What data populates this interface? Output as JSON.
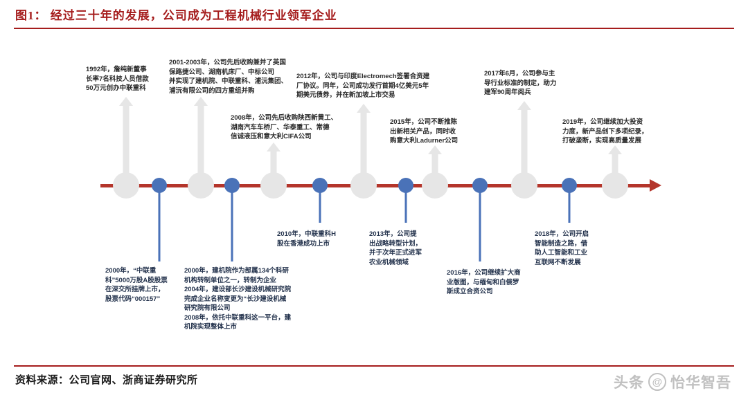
{
  "header": {
    "figure_label": "图1：",
    "title": "经过三十年的发展，公司成为工程机械行业领军企业",
    "title_full": "图1：  经过三十年的发展，公司成为工程机械行业领军企业",
    "accent_color": "#A51C1C"
  },
  "footer": {
    "source": "资料来源：公司官网、浙商证券研究所"
  },
  "watermark": {
    "prefix": "头条",
    "at": "@",
    "name": "怡华智吾"
  },
  "timeline": {
    "axis_color": "#B4352B",
    "gray_node_color": "#E6E6E6",
    "blue_node_color": "#4A72B8",
    "events": [
      {
        "id": "e1992",
        "year": "1992年",
        "side": "above",
        "marker": "gray",
        "text": "1992年，詹纯新董事\n长率7名科技人员借款\n50万元创办中联重科"
      },
      {
        "id": "e2000a",
        "year": "2000年",
        "side": "below",
        "marker": "blue",
        "text": "2000年，“中联重\n科”5000万股A股股票\n在深交所挂牌上市，\n股票代码“000157”"
      },
      {
        "id": "e2001",
        "year": "2001-2003年",
        "side": "above",
        "marker": "gray",
        "text": "2001-2003年，公司先后收购兼并了英国\n保路捷公司、湖南机床厂、中标公司\n并实现了建机院、中联重科、浦沅集团、\n浦沅有限公司的四方重组并购"
      },
      {
        "id": "e2000b",
        "year": "2000年",
        "side": "below",
        "marker": "blue",
        "text": "2000年，建机院作为部属134个科研\n机构转制单位之一，转制为企业\n2004年，建设部长沙建设机械研究院\n完成企业名称变更为“长沙建设机械\n研究院有限公司\n2008年，依托中联重科这一平台，建\n机院实现整体上市"
      },
      {
        "id": "e2008",
        "year": "2008年",
        "side": "above",
        "marker": "gray",
        "text": "2008年，公司先后收购陕西新黄工、\n湖南汽车车桥厂、华泰重工、常德\n信诚液压和意大利CIFA公司"
      },
      {
        "id": "e2010",
        "year": "2010年",
        "side": "below",
        "marker": "blue",
        "text": "2010年，中联重科H\n股在香港成功上市"
      },
      {
        "id": "e2012",
        "year": "2012年",
        "side": "above",
        "marker": "gray",
        "text": "2012年，公司与印度Electromech签署合资建\n厂协议。同年，公司成功发行首期4亿美元5年\n期美元债券，并在新加坡上市交易"
      },
      {
        "id": "e2013",
        "year": "2013年",
        "side": "below",
        "marker": "blue",
        "text": "2013年，公司提\n出战略转型计划，\n并于次年正式进军\n农业机械领域"
      },
      {
        "id": "e2015",
        "year": "2015年",
        "side": "above",
        "marker": "gray",
        "text": "2015年，公司不断推陈\n出新相关产品，同时收\n购意大利Ladurner公司"
      },
      {
        "id": "e2016",
        "year": "2016年",
        "side": "below",
        "marker": "blue",
        "text": "2016年，公司继续扩大商\n业版图，与缅甸和白俄罗\n斯成立合资公司"
      },
      {
        "id": "e2017",
        "year": "2017年6月",
        "side": "above",
        "marker": "gray",
        "text": "2017年6月，公司参与主\n导行业标准的制定，助力\n建军90周年阅兵"
      },
      {
        "id": "e2018",
        "year": "2018年",
        "side": "below",
        "marker": "blue",
        "text": "2018年，公司开启\n智能制造之路，借\n助人工智能和工业\n互联网不断发展"
      },
      {
        "id": "e2019",
        "year": "2019年",
        "side": "above",
        "marker": "gray",
        "text": "2019年，公司继续加大投资\n力度，新产品创下多项纪录，\n打破垄断，实现高质量发展"
      }
    ]
  }
}
